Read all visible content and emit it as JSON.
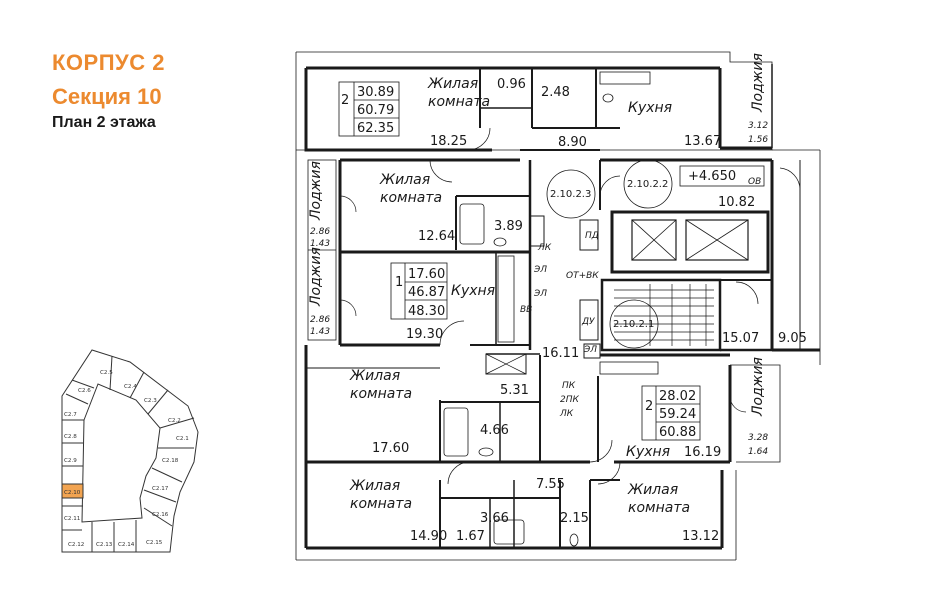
{
  "header": {
    "building": "КОРПУС 2",
    "section": "Секция 10",
    "floor_plan": "План 2 этажа"
  },
  "colors": {
    "accent": "#ec8a2f",
    "highlight_fill": "#f2a451",
    "line": "#1a1a1a"
  },
  "apartments": {
    "a": {
      "rooms": "2",
      "living": "30.89",
      "total": "60.79",
      "total_with_loggia": "62.35"
    },
    "b": {
      "rooms": "1",
      "living": "17.60",
      "total": "46.87",
      "total_with_loggia": "48.30"
    },
    "c": {
      "rooms": "2",
      "living": "28.02",
      "total": "59.24",
      "total_with_loggia": "60.88"
    }
  },
  "rooms": {
    "living1": "Жилая\nкомната",
    "kitchen1": "Кухня",
    "loggia1": "Лоджия",
    "living2": "Жилая\nкомната",
    "loggia2": "Лоджия",
    "loggia3": "Лоджия",
    "kitchen2": "Кухня",
    "living3": "Жилая\nкомната",
    "loggia4": "Лоджия",
    "kitchen3": "Кухня",
    "living4": "Жилая\nкомната",
    "living5": "Жилая\nкомната"
  },
  "areas": {
    "a1": "0.96",
    "a2": "2.48",
    "a3": "18.25",
    "a4": "8.90",
    "a5": "13.67",
    "a6": "3.12",
    "a7": "1.56",
    "a8": "12.64",
    "a9": "3.89",
    "a10": "2.86",
    "a11": "1.43",
    "a12": "2.86",
    "a13": "1.43",
    "a14": "19.30",
    "a15": "16.11",
    "a16": "10.82",
    "a17": "15.07",
    "a18": "9.05",
    "a19": "5.31",
    "a20": "4.66",
    "a21": "17.60",
    "a22": "16.19",
    "a23": "3.28",
    "a24": "1.64",
    "a25": "7.55",
    "a26": "14.90",
    "a27": "1.67",
    "a28": "3.66",
    "a29": "2.15",
    "a30": "13.12"
  },
  "ids": {
    "id1": "2.10.2.3",
    "id2": "2.10.2.2",
    "id3": "2.10.2.1"
  },
  "level": "+4.650",
  "shaft_labels": {
    "ov": "ОВ",
    "pd": "ПД",
    "lk": "ЛК",
    "el": "ЭЛ",
    "el2": "ЭЛ",
    "vv": "ВВ",
    "otvk": "ОТ+ВК",
    "du": "ДУ",
    "el3": "ЭЛ",
    "pk": "ПК",
    "pk2": "2ПК",
    "lk2": "ЛК"
  },
  "site_plan": {
    "sections": [
      "С2.1",
      "С2.2",
      "С2.3",
      "С2.4",
      "С2.5",
      "С2.6",
      "С2.7",
      "С2.8",
      "С2.9",
      "С2.10",
      "С2.11",
      "С2.12",
      "С2.13",
      "С2.14",
      "С2.15",
      "С2.16",
      "С2.17",
      "С2.18"
    ],
    "highlighted": "С2.10"
  }
}
